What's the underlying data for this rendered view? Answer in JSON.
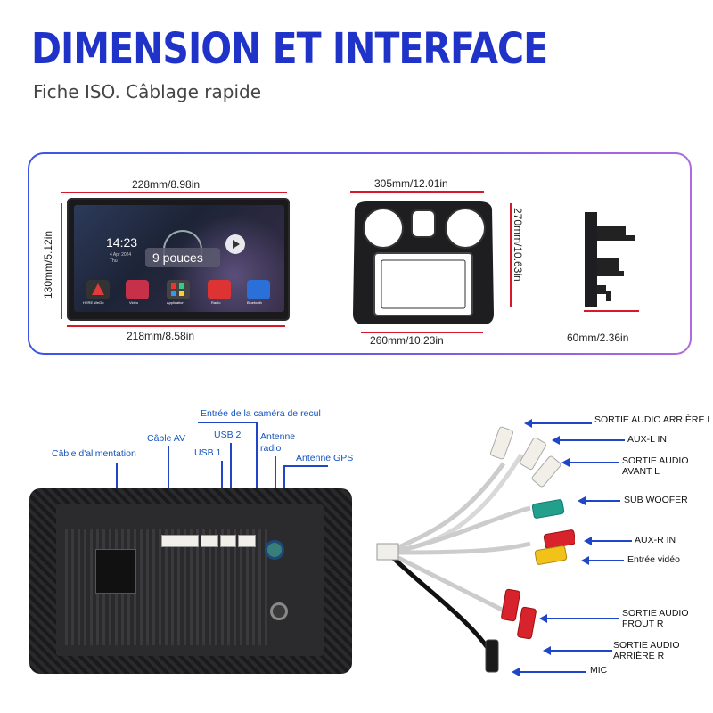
{
  "header": {
    "title": "DIMENSION ET INTERFACE",
    "subtitle": "Fiche ISO. Câblage rapide"
  },
  "dimensions": {
    "head_unit_top": "228mm/8.98in",
    "head_unit_bottom": "218mm/8.58in",
    "head_unit_height": "130mm/5.12in",
    "frame_top": "305mm/12.01in",
    "frame_bottom": "260mm/10.23in",
    "frame_height": "270mm/10.63in",
    "depth": "60mm/2.36in"
  },
  "screen": {
    "time": "14:23",
    "date": "4 Apr 2024",
    "day": "Thu",
    "size_label": "9 pouces",
    "apps": [
      "HERE WeGo",
      "Video",
      "Application",
      "Radio",
      "Bluetooth"
    ]
  },
  "back_panel": {
    "labels": {
      "power": "Câble d'alimentation",
      "av": "Câble AV",
      "usb1": "USB 1",
      "usb2": "USB 2",
      "camera": "Entrée de la caméra de recul",
      "radio": "Antenne radio",
      "gps": "Antenne GPS"
    }
  },
  "harness": {
    "labels": [
      "SORTIE AUDIO ARRIÈRE L",
      "AUX-L IN",
      "SORTIE AUDIO AVANT L",
      "SUB WOOFER",
      "AUX-R IN",
      "Entrée vidéo",
      "SORTIE AUDIO FROUT R",
      "SORTIE AUDIO ARRIÈRE R",
      "MIC"
    ]
  },
  "colors": {
    "title": "#1f33c8",
    "frame_start": "#3b55e6",
    "frame_end": "#b06ae0",
    "dimension_line": "#d6192a",
    "callout": "#1555c0",
    "connector_white": "#f2efe8",
    "connector_red": "#d8232c",
    "connector_yellow": "#f2c21b",
    "connector_teal": "#22a08c"
  }
}
